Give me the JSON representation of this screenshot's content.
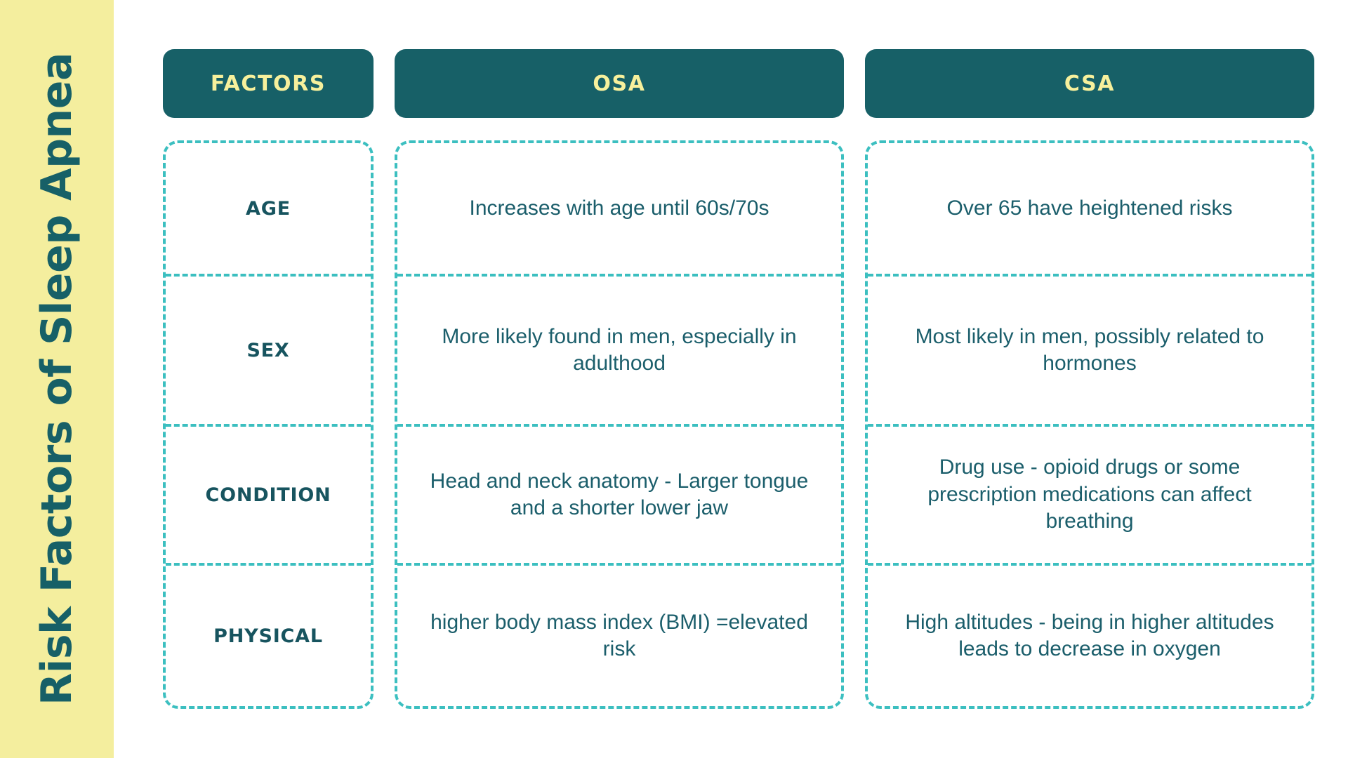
{
  "sidebar": {
    "title": "Risk Factors of Sleep Apnea",
    "background_color": "#F4EE9E",
    "title_color": "#176067"
  },
  "colors": {
    "header_pill": "#176067",
    "header_text": "#F7F09C",
    "dashed_border": "#3CBFC0",
    "body_text": "#1B5E6B",
    "label_text": "#17545F",
    "page_background": "#FFFFFF"
  },
  "table": {
    "columns": [
      {
        "key": "factors",
        "label": "FACTORS"
      },
      {
        "key": "osa",
        "label": "OSA"
      },
      {
        "key": "csa",
        "label": "CSA"
      }
    ],
    "rows": [
      {
        "factor": "AGE",
        "osa": "Increases with age until 60s/70s",
        "csa": "Over 65 have heightened risks"
      },
      {
        "factor": "SEX",
        "osa": "More likely found in men, especially in adulthood",
        "csa": "Most likely in men, possibly related to hormones"
      },
      {
        "factor": "CONDITION",
        "osa": "Head and neck anatomy - Larger tongue and a shorter lower jaw",
        "csa": "Drug use - opioid drugs or some prescription medications can affect breathing"
      },
      {
        "factor": "PHYSICAL",
        "osa": "higher body mass index (BMI) =elevated risk",
        "csa": "High altitudes - being in higher altitudes leads to decrease in oxygen"
      }
    ]
  }
}
